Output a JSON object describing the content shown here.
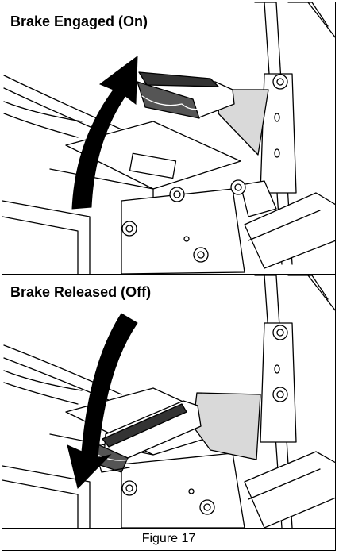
{
  "panels": [
    {
      "label": "Brake Engaged (On)",
      "arrow_direction": "up"
    },
    {
      "label": "Brake Released (Off)",
      "arrow_direction": "down"
    }
  ],
  "caption": "Figure 17"
}
